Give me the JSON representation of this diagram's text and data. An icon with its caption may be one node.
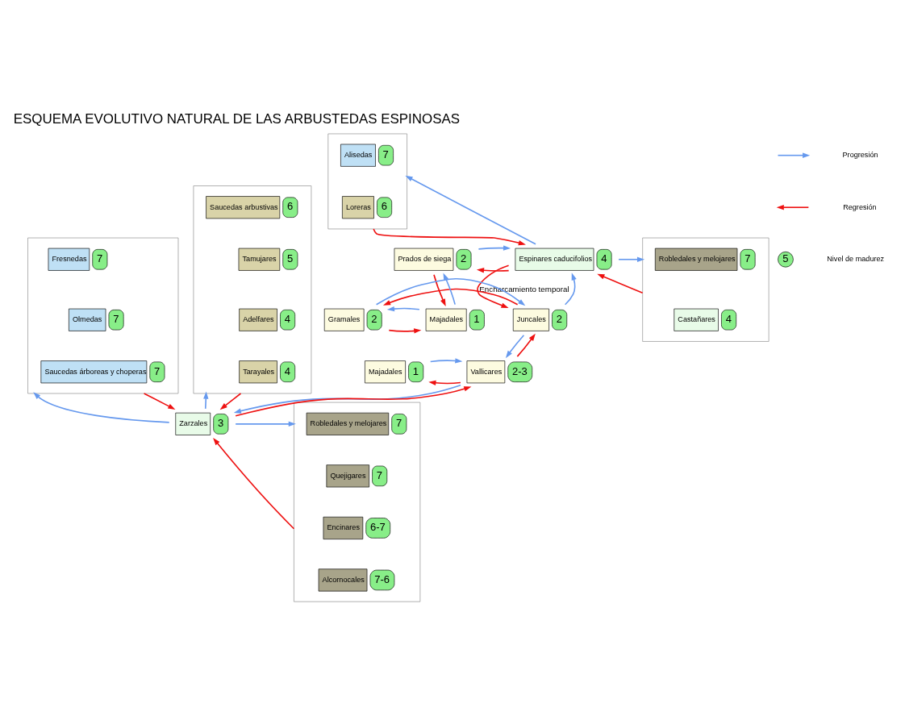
{
  "diagram": {
    "title": "ESQUEMA EVOLUTIVO NATURAL DE LAS ARBUSTEDAS ESPINOSAS",
    "nodes": [
      {
        "text": [],
        "shape": "box"
      },
      {
        "text": [
          "Alisedas"
        ],
        "in": 0,
        "beside": [
          "7"
        ]
      },
      {
        "text": [
          "Loreras"
        ],
        "in": 0,
        "beside": [
          "6"
        ]
      },
      {
        "text": [],
        "shape": "box"
      },
      {
        "text": [
          "Robledales y melojares"
        ],
        "in": 3,
        "beside": [
          "7"
        ]
      },
      {
        "text": [
          "Castañares"
        ],
        "in": 3,
        "beside": [
          "4"
        ]
      },
      {
        "text": [
          "Espinares caducifolios"
        ],
        "beside": [
          "4"
        ]
      },
      {
        "text": [
          "Prados de siega"
        ],
        "beside": [
          "2"
        ]
      },
      {
        "text": [
          "Juncales"
        ],
        "beside": [
          "2"
        ]
      },
      {
        "text": [
          "Gramales"
        ],
        "beside": [
          "2"
        ]
      },
      {
        "text": [
          "Majadales"
        ],
        "beside": [
          "1"
        ]
      },
      {
        "text": [
          "Vallicares"
        ],
        "beside": [
          "2-3"
        ]
      },
      {
        "text": [
          "Majadales"
        ],
        "beside": [
          "1"
        ]
      },
      {
        "text": [],
        "shape": "box"
      },
      {
        "text": [
          "Robledales y melojares"
        ],
        "in": 13,
        "beside": [
          "7"
        ]
      },
      {
        "text": [
          "Quejigares"
        ],
        "in": 13,
        "beside": [
          "7"
        ]
      },
      {
        "text": [
          "Encinares"
        ],
        "in": 13,
        "beside": [
          "6-7"
        ]
      },
      {
        "text": [
          "Alcornocales"
        ],
        "in": 13,
        "beside": [
          "7-6"
        ]
      },
      {
        "text": [
          "Zarzales"
        ],
        "beside": [
          "3"
        ]
      },
      {
        "text": [],
        "shape": "box"
      },
      {
        "text": [
          "Fresnedas"
        ],
        "in": 19,
        "beside": [
          "7"
        ]
      },
      {
        "text": [
          "Olmedas"
        ],
        "in": 19,
        "beside": [
          "7"
        ]
      },
      {
        "text": [
          "Saucedas árboreas y choperas"
        ],
        "in": 19,
        "beside": [
          "7"
        ]
      },
      {
        "text": [],
        "shape": "box"
      },
      {
        "text": [
          "Saucedas arbustivas"
        ],
        "in": 23,
        "beside": [
          "6"
        ]
      },
      {
        "text": [
          "Tamujares"
        ],
        "in": 23,
        "beside": [
          "5"
        ]
      },
      {
        "text": [
          "Adelfares"
        ],
        "in": 23,
        "beside": [
          "4"
        ]
      },
      {
        "text": [
          "Tarayales"
        ],
        "in": 23,
        "beside": [
          "4"
        ]
      }
    ],
    "edges": [
      {
        "from": 6,
        "to": 0,
        "arrow": "to",
        "color": "#6699ee"
      },
      {
        "from": 0,
        "to": 6,
        "arrow": "to",
        "color": "#ee1111"
      },
      {
        "from": 6,
        "to": 3,
        "arrow": "to",
        "color": "#6699ee"
      },
      {
        "from": 3,
        "to": 6,
        "arrow": "to",
        "color": "#ee1111"
      },
      {
        "from": 6,
        "to": 7,
        "arrow": "to",
        "color": "#ee1111"
      },
      {
        "from": 7,
        "to": 6,
        "arrow": "to",
        "color": "#6699ee"
      },
      {
        "from": 7,
        "to": 10,
        "arrow": "to",
        "color": "#ee1111"
      },
      {
        "from": 10,
        "to": 7,
        "arrow": "to",
        "color": "#6699ee"
      },
      {
        "from": 8,
        "to": 6,
        "arrow": "to",
        "color": "#6699ee"
      },
      {
        "from": 6,
        "to": 8,
        "arrow": "to",
        "label": "Encharcamiento temporal",
        "color": "#ee1111"
      },
      {
        "from": 8,
        "to": 9,
        "arrow": "to",
        "color": "#ee1111"
      },
      {
        "from": 9,
        "to": 8,
        "arrow": "to",
        "color": "#6699ee"
      },
      {
        "from": 9,
        "to": 10,
        "arrow": "to",
        "color": "#ee1111"
      },
      {
        "from": 10,
        "to": 9,
        "arrow": "to",
        "color": "#6699ee"
      },
      {
        "from": 8,
        "to": 11,
        "arrow": "to",
        "color": "#6699ee"
      },
      {
        "from": 11,
        "to": 8,
        "arrow": "to",
        "color": "#ee1111"
      },
      {
        "from": 11,
        "to": 12,
        "arrow": "to",
        "color": "#ee1111"
      },
      {
        "from": 12,
        "to": 11,
        "arrow": "to",
        "color": "#6699ee"
      },
      {
        "from": 11,
        "to": 18,
        "arrow": "to",
        "color": "#6699ee"
      },
      {
        "from": 18,
        "to": 11,
        "arrow": "to",
        "color": "#ee1111"
      },
      {
        "from": 13,
        "to": 18,
        "arrow": "to",
        "color": "#ee1111"
      },
      {
        "from": 18,
        "to": 13,
        "arrow": "to",
        "color": "#6699ee"
      },
      {
        "from": 18,
        "to": 19,
        "arrow": "to",
        "color": "#6699ee"
      },
      {
        "from": 19,
        "to": 18,
        "arrow": "to",
        "color": "#ee1111"
      },
      {
        "from": 18,
        "to": 23,
        "arrow": "to",
        "color": "#6699ee"
      },
      {
        "from": 23,
        "to": 18,
        "arrow": "to",
        "color": "#ee1111"
      }
    ],
    "labels": [
      "5"
    ],
    "legend": [
      {
        "text": "Progresión"
      },
      {
        "text": "Regresión"
      },
      {
        "text": "Nivel de madurez"
      }
    ]
  }
}
